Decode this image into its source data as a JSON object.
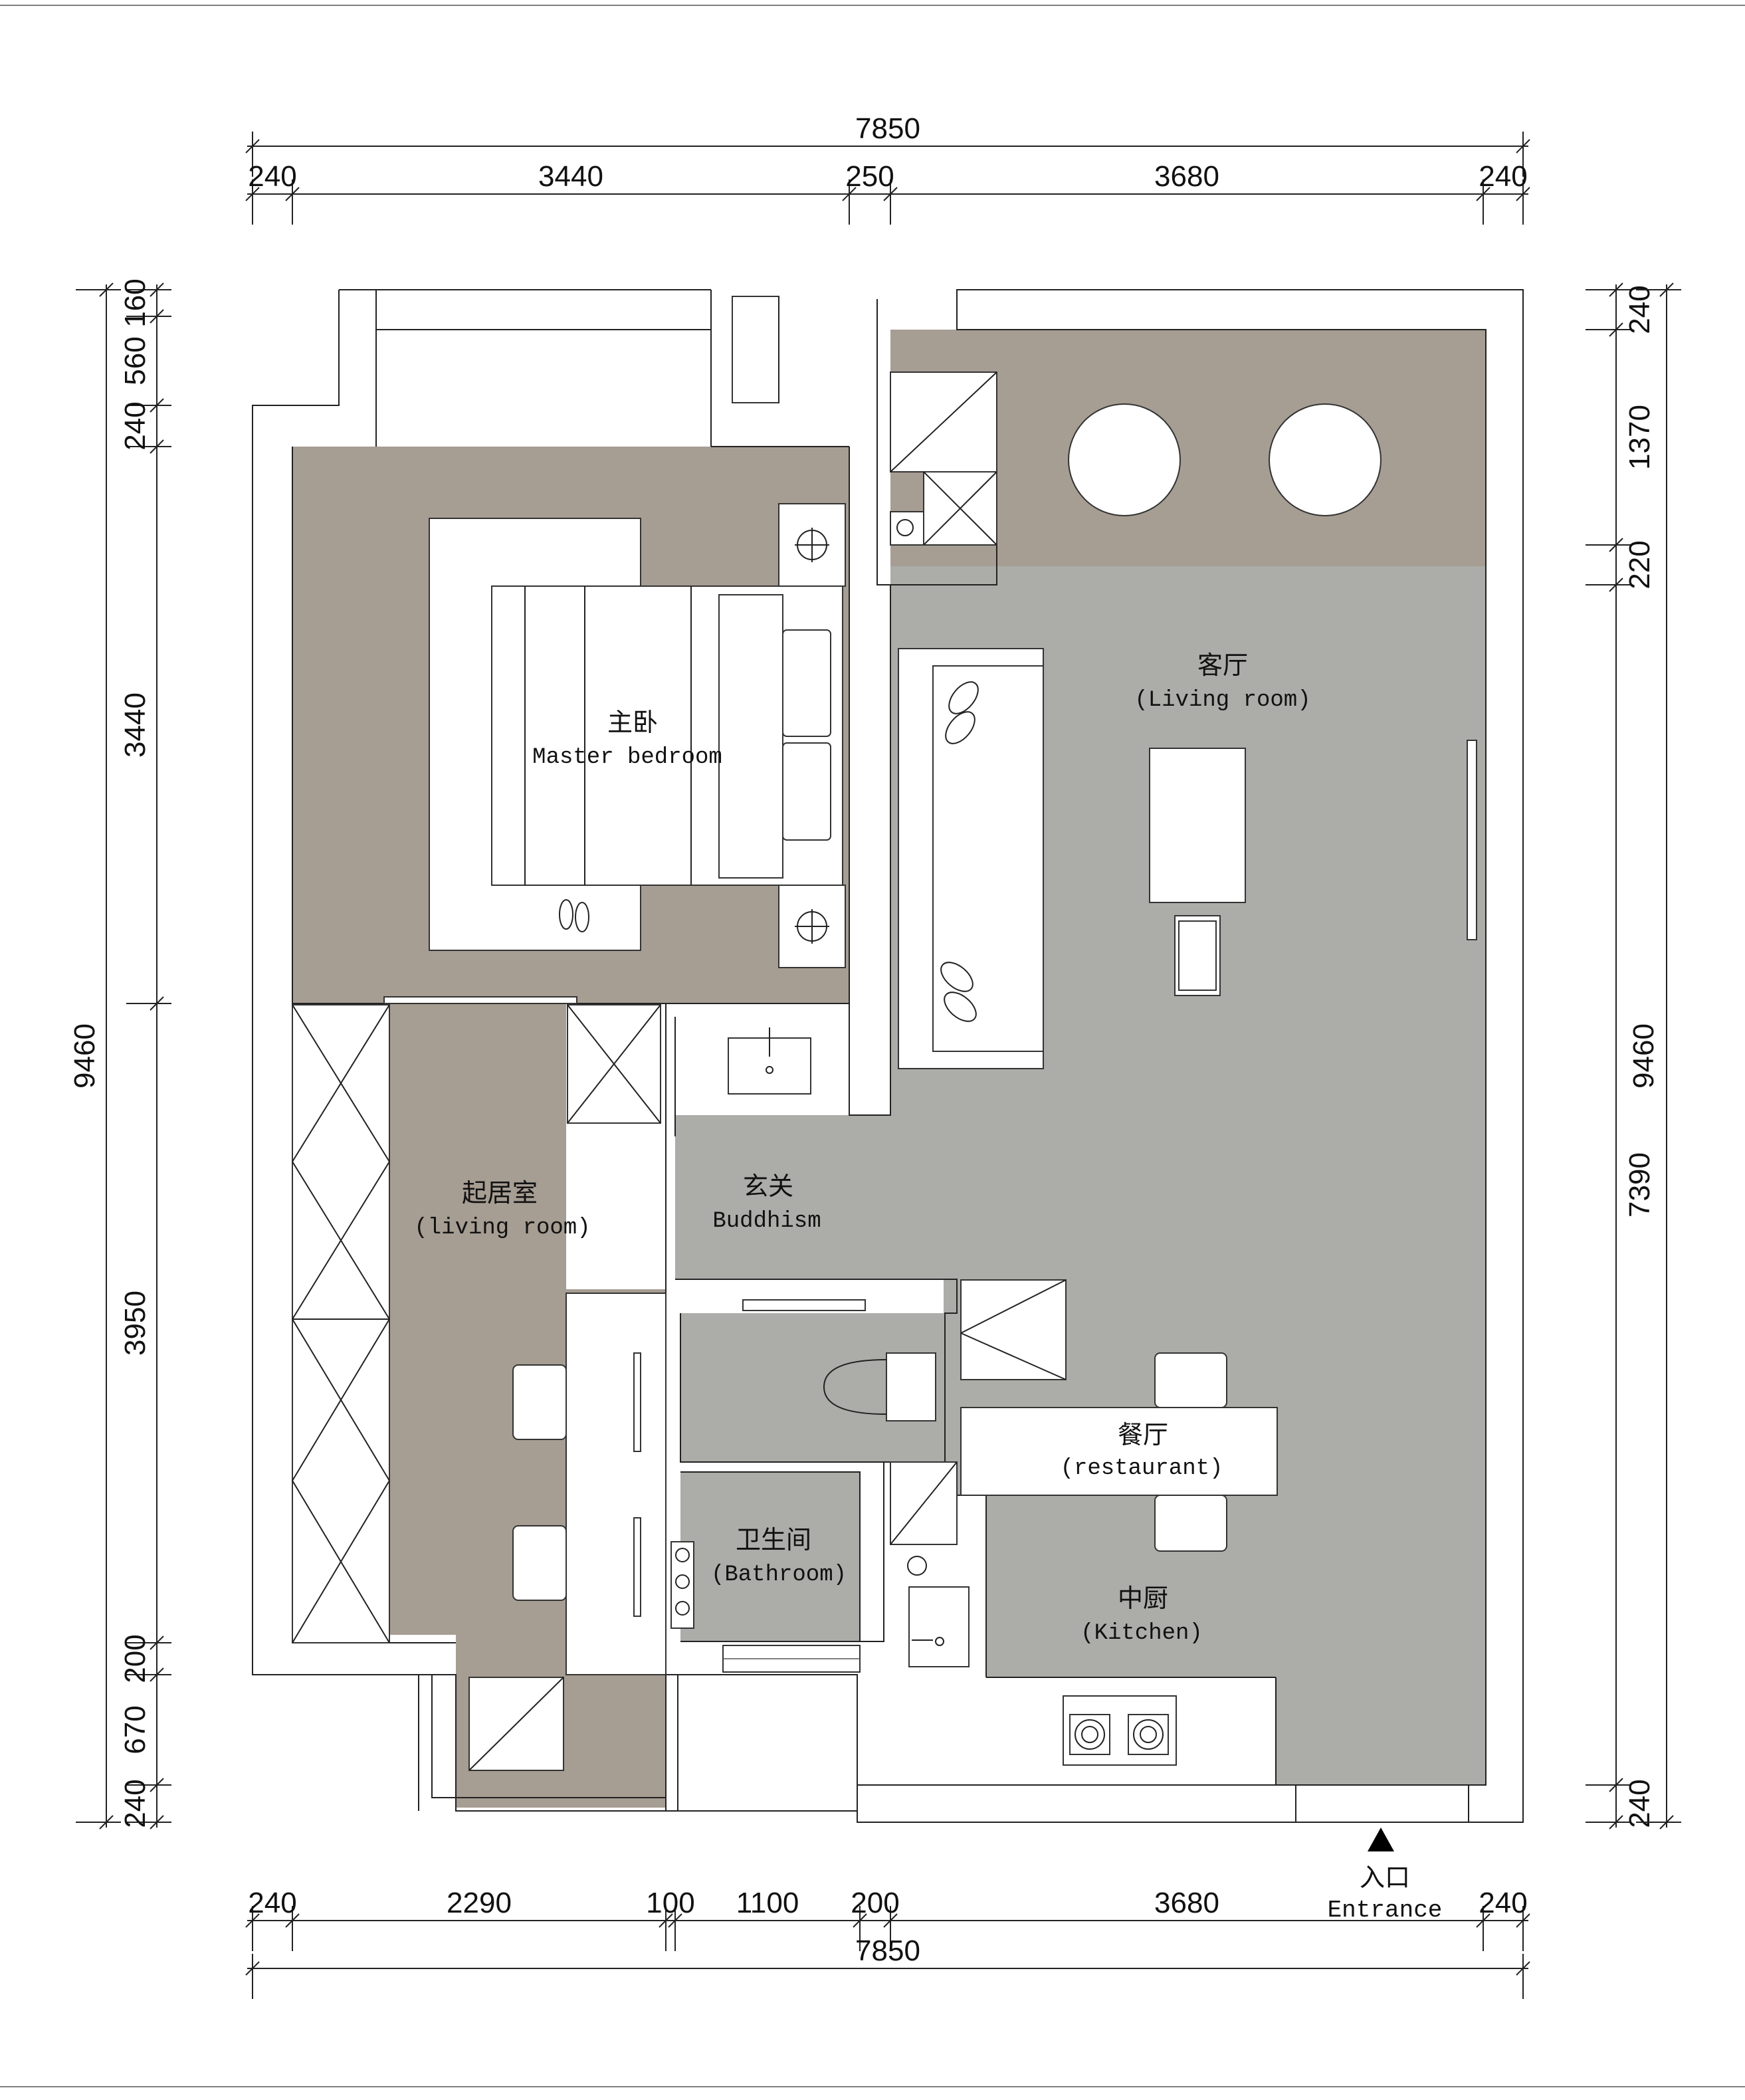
{
  "colors": {
    "floor_warm": "#a69d93",
    "floor_grey": "#acaca8",
    "wall": "#ffffff",
    "line": "#222222"
  },
  "dimensions": {
    "top_total": "7850",
    "top_segments": [
      "240",
      "3440",
      "250",
      "3680",
      "240"
    ],
    "bottom_total": "7850",
    "bottom_segments": [
      "240",
      "2290",
      "100",
      "1100",
      "200",
      "3680",
      "240"
    ],
    "left_total": "9460",
    "left_segments": [
      "160",
      "560",
      "240",
      "3440",
      "3950",
      "200",
      "670",
      "240"
    ],
    "right_total": "9460",
    "right_segments": [
      "240",
      "1370",
      "220",
      "7390",
      "240"
    ]
  },
  "rooms": {
    "master_bedroom": {
      "cn": "主卧",
      "en": "Master bedroom"
    },
    "living_room": {
      "cn": "客厅",
      "en": "(Living room)"
    },
    "sitting_room": {
      "cn": "起居室",
      "en": "(living room)"
    },
    "foyer": {
      "cn": "玄关",
      "en": "Buddhism"
    },
    "restaurant": {
      "cn": "餐厅",
      "en": "(restaurant)"
    },
    "bathroom": {
      "cn": "卫生间",
      "en": "(Bathroom)"
    },
    "kitchen": {
      "cn": "中厨",
      "en": "(Kitchen)"
    }
  },
  "entrance": {
    "cn": "入口",
    "en": "Entrance"
  }
}
